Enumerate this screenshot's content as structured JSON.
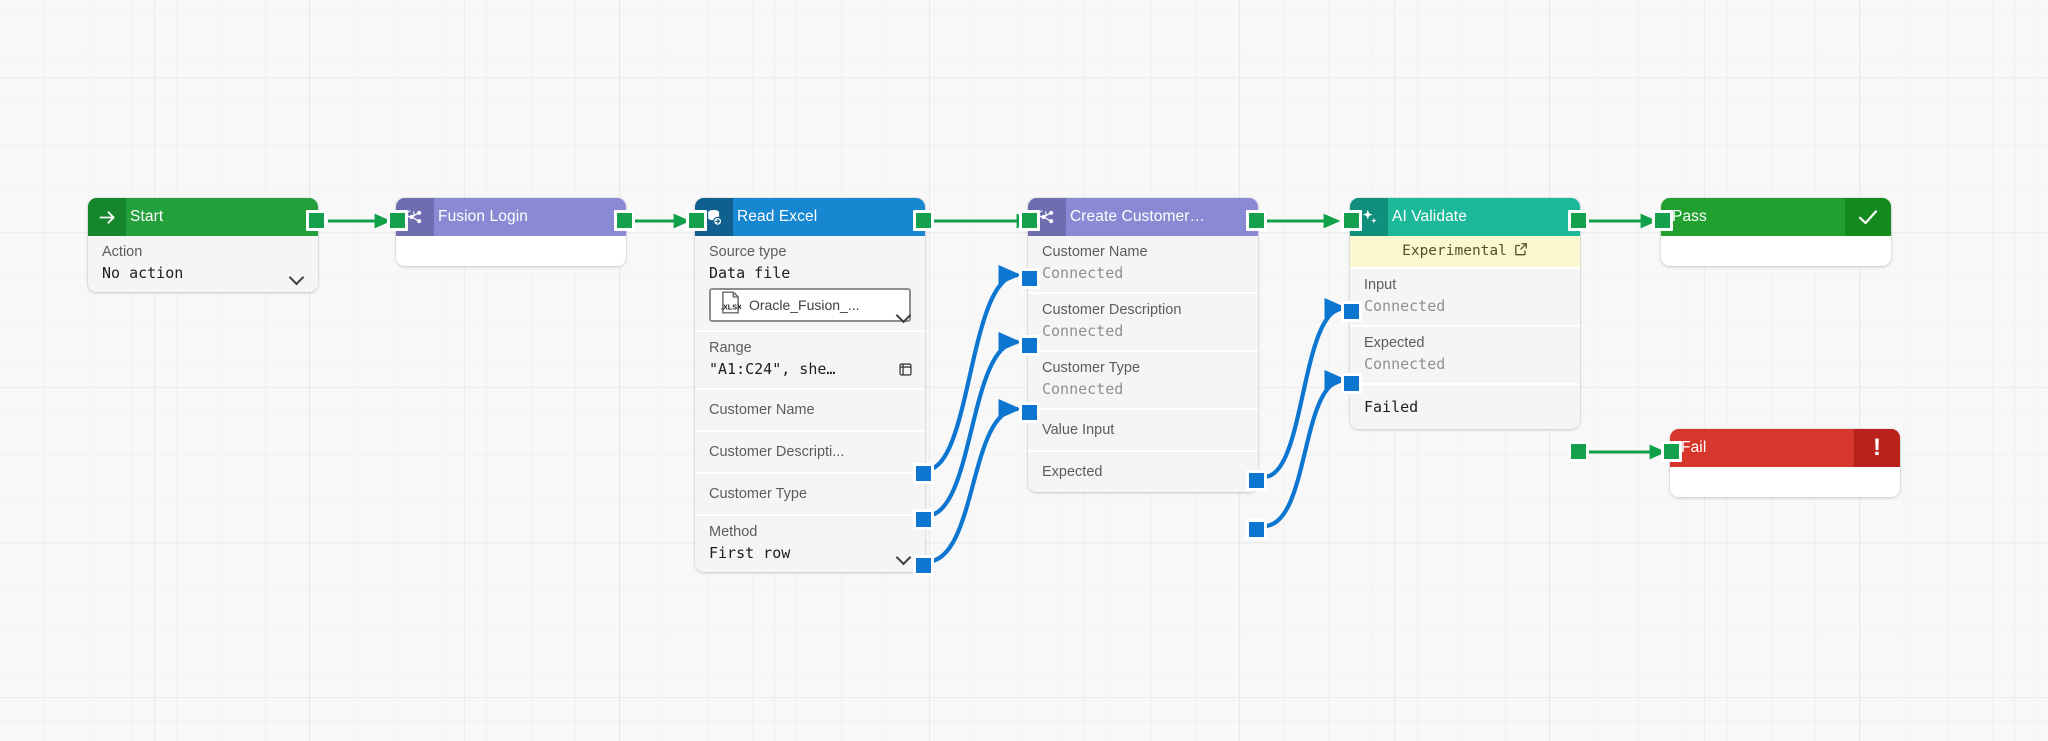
{
  "canvas": {
    "background_color": "#f8f8f8",
    "grid": "dot-grid"
  },
  "palette": {
    "start_green": "#23a03c",
    "start_green_dark": "#15862c",
    "integration_purple": "#8a8ad4",
    "integration_purple_dark": "#6d6daf",
    "excel_blue": "#1787d1",
    "excel_blue_dark": "#10608f",
    "ai_teal": "#1bb89a",
    "ai_teal_dark": "#118f7d",
    "pass_green": "#22a02f",
    "pass_green_dark": "#138b1d",
    "fail_red": "#d6362c",
    "fail_red_dark": "#b8221a",
    "edge_green": "#11a04a",
    "edge_blue": "#0c76d0",
    "experimental_yellow": "#fbf8cf"
  },
  "nodes": [
    {
      "id": "start",
      "title": "Start",
      "icon": "arrow-right-icon",
      "right_icon": "",
      "rows": [
        {
          "label": "Action",
          "value": "No action",
          "control": "dropdown"
        }
      ]
    },
    {
      "id": "fusion-login",
      "title": "Fusion Login",
      "icon": "integration-flow-icon",
      "right_icon": "",
      "rows": []
    },
    {
      "id": "read-excel",
      "title": "Read Excel",
      "icon": "database-import-icon",
      "right_icon": "",
      "rows": [
        {
          "label": "Source type",
          "value": "Data file",
          "control": "dropdown"
        },
        {
          "label": "",
          "value": "",
          "control": "file",
          "file_ext": ".XLSX",
          "file_name": "Oracle_Fusion_..."
        },
        {
          "label": "Range",
          "value": "\"A1:C24\", she…",
          "control": "range"
        },
        {
          "label": "Customer Name",
          "value": "",
          "control": "out-port"
        },
        {
          "label": "Customer Descripti...",
          "value": "",
          "control": "out-port"
        },
        {
          "label": "Customer Type",
          "value": "",
          "control": "out-port"
        },
        {
          "label": "Method",
          "value": "First row",
          "control": "dropdown"
        }
      ]
    },
    {
      "id": "create-customer",
      "title": "Create Customer…",
      "icon": "integration-flow-icon",
      "right_icon": "",
      "rows": [
        {
          "label": "Customer Name",
          "value": "Connected",
          "control": "in-port"
        },
        {
          "label": "Customer Description",
          "value": "Connected",
          "control": "in-port"
        },
        {
          "label": "Customer Type",
          "value": "Connected",
          "control": "in-port"
        },
        {
          "label": "Value Input",
          "value": "",
          "control": "out-port"
        },
        {
          "label": "Expected",
          "value": "",
          "control": "out-port"
        }
      ]
    },
    {
      "id": "ai-validate",
      "title": "AI Validate",
      "icon": "sparkle-ai-icon",
      "right_icon": "",
      "banner": {
        "label": "Experimental",
        "icon": "external-link-icon"
      },
      "rows": [
        {
          "label": "Input",
          "value": "Connected",
          "control": "in-port"
        },
        {
          "label": "Expected",
          "value": "Connected",
          "control": "in-port"
        },
        {
          "label": "Failed",
          "value": "",
          "control": "out-port-green"
        }
      ]
    },
    {
      "id": "pass",
      "title": "Pass",
      "icon": "",
      "right_icon": "check-icon",
      "rows": []
    },
    {
      "id": "fail",
      "title": "Fail",
      "icon": "",
      "right_icon": "exclamation-icon",
      "rows": []
    }
  ],
  "edges": [
    {
      "from": "start",
      "to": "fusion-login",
      "color": "#11a04a",
      "style": "straight"
    },
    {
      "from": "fusion-login",
      "to": "read-excel",
      "color": "#11a04a",
      "style": "straight"
    },
    {
      "from": "read-excel",
      "to": "create-customer",
      "color": "#11a04a",
      "style": "straight"
    },
    {
      "from": "create-customer",
      "to": "ai-validate",
      "color": "#11a04a",
      "style": "straight"
    },
    {
      "from": "ai-validate",
      "to": "pass",
      "color": "#11a04a",
      "style": "straight"
    },
    {
      "from": "ai-validate.failed",
      "to": "fail",
      "color": "#11a04a",
      "style": "straight"
    },
    {
      "from": "read-excel.customer-name",
      "to": "create-customer.customer-name",
      "color": "#0c76d0",
      "style": "bezier"
    },
    {
      "from": "read-excel.customer-description",
      "to": "create-customer.customer-description",
      "color": "#0c76d0",
      "style": "bezier"
    },
    {
      "from": "read-excel.customer-type",
      "to": "create-customer.customer-type",
      "color": "#0c76d0",
      "style": "bezier"
    },
    {
      "from": "create-customer.value-input",
      "to": "ai-validate.input",
      "color": "#0c76d0",
      "style": "bezier"
    },
    {
      "from": "create-customer.expected",
      "to": "ai-validate.expected",
      "color": "#0c76d0",
      "style": "bezier"
    }
  ]
}
